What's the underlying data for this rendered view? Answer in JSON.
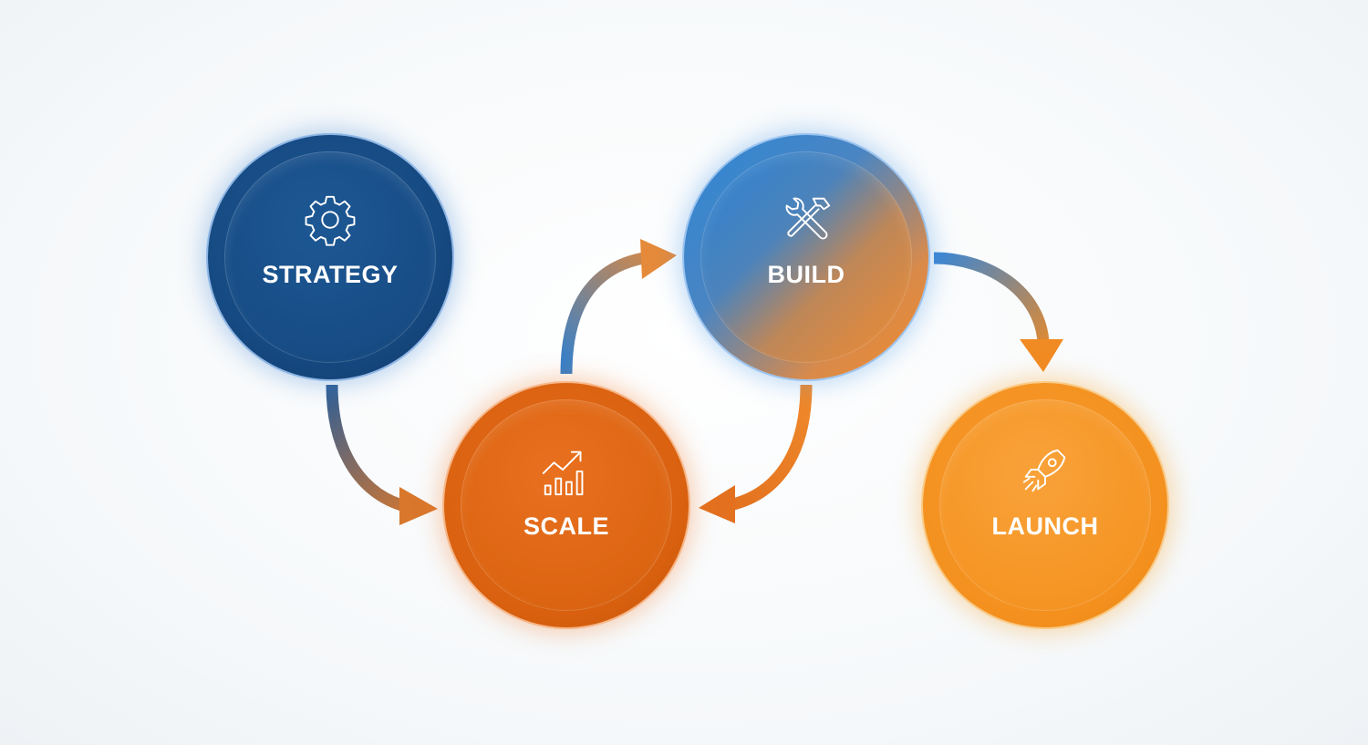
{
  "diagram": {
    "nodes": [
      {
        "id": "strategy",
        "label": "STRATEGY",
        "icon": "gear-icon",
        "color": "#174c85"
      },
      {
        "id": "build",
        "label": "BUILD",
        "icon": "tools-icon",
        "color": "#2f86d6"
      },
      {
        "id": "scale",
        "label": "SCALE",
        "icon": "growth-chart-icon",
        "color": "#dc6512"
      },
      {
        "id": "launch",
        "label": "LAUNCH",
        "icon": "rocket-icon",
        "color": "#f59524"
      }
    ],
    "connections": [
      {
        "from": "strategy",
        "to": "scale"
      },
      {
        "from": "scale",
        "to": "build"
      },
      {
        "from": "build",
        "to": "scale"
      },
      {
        "from": "build",
        "to": "launch"
      }
    ],
    "colors": {
      "blue": "#1c5592",
      "blue_light": "#3a86d0",
      "orange": "#dc6512",
      "orange_light": "#f59524"
    }
  }
}
